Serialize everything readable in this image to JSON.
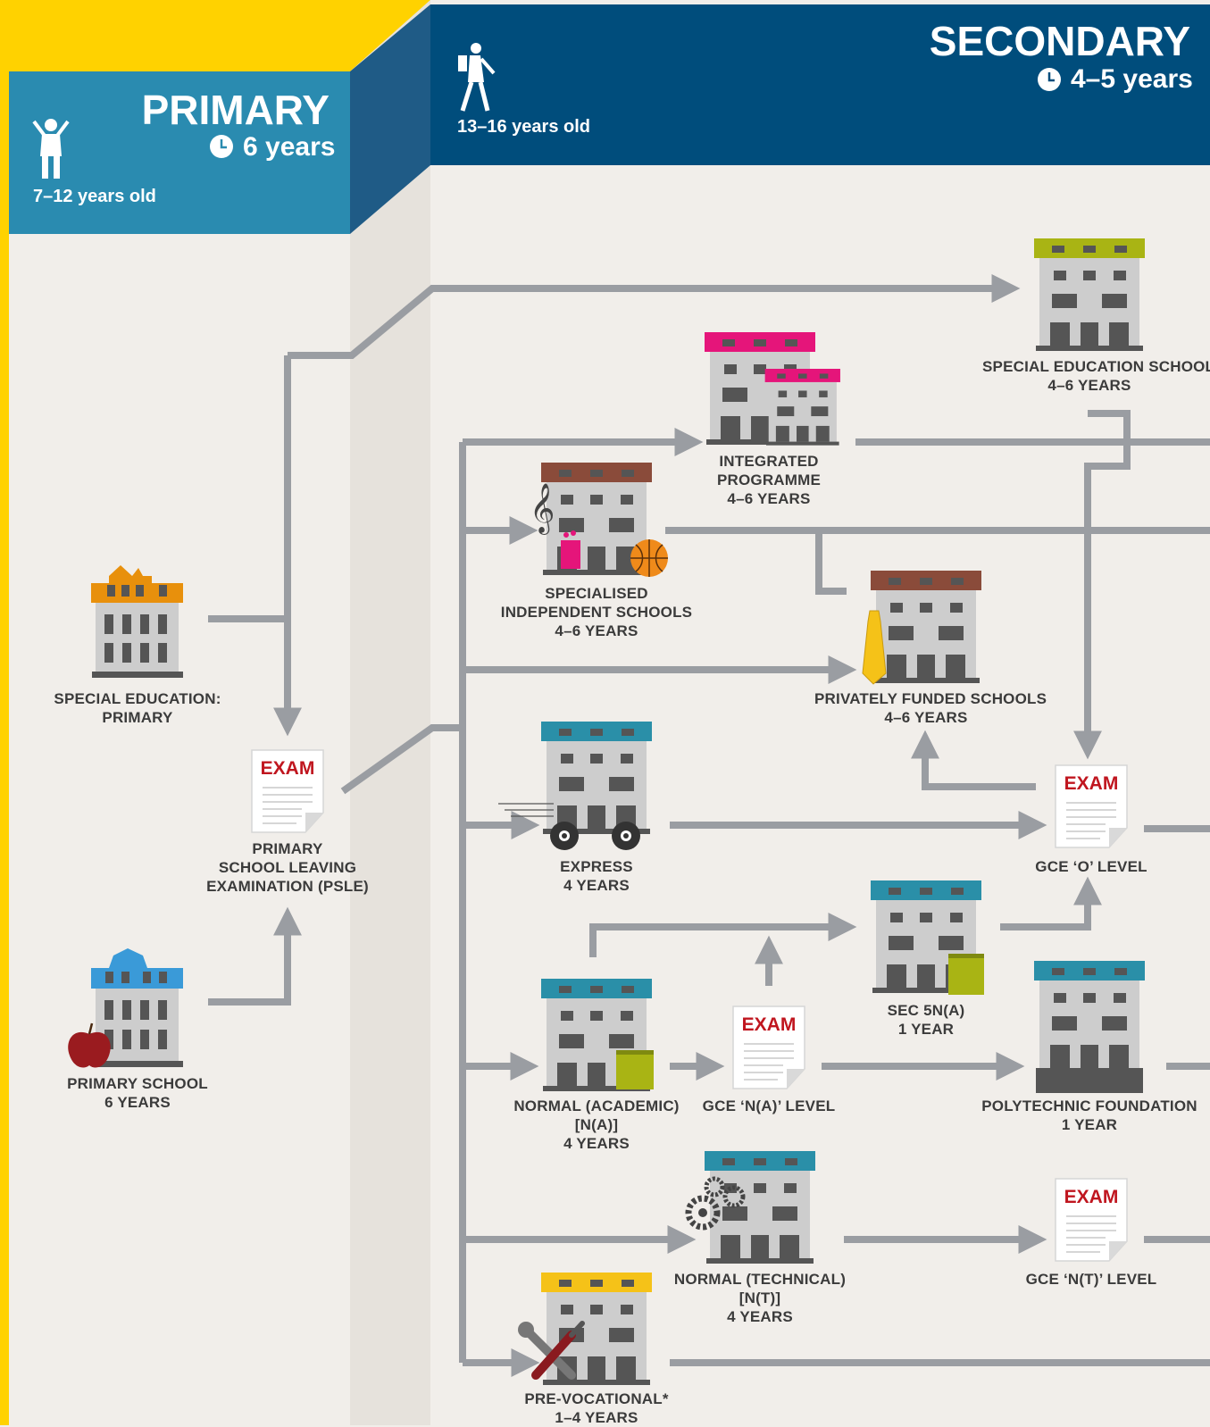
{
  "colors": {
    "yellow_edge": "#ffd200",
    "primary_header": "#2a8bb0",
    "secondary_header": "#004d7c",
    "fold": "#1f5b86",
    "arrow": "#9a9da2",
    "exam_red": "#c0161f",
    "background": "#f1eeea"
  },
  "primary": {
    "title": "PRIMARY",
    "duration": "6 years",
    "age": "7–12 years old",
    "icon": "child-icon"
  },
  "secondary": {
    "title": "SECONDARY",
    "duration": "4–5 years",
    "age": "13–16 years old",
    "icon": "student-icon"
  },
  "exam_label": "EXAM",
  "schools": {
    "sped_primary": [
      "SPECIAL EDUCATION:",
      "PRIMARY"
    ],
    "primary_school": [
      "PRIMARY SCHOOL",
      "6 YEARS"
    ],
    "psle": [
      "PRIMARY",
      "SCHOOL LEAVING",
      "EXAMINATION (PSLE)"
    ],
    "sped_schools": [
      "SPECIAL EDUCATION SCHOOLS",
      "4–6 YEARS"
    ],
    "integrated": [
      "INTEGRATED",
      "PROGRAMME",
      "4–6 YEARS"
    ],
    "specialised": [
      "SPECIALISED",
      "INDEPENDENT SCHOOLS",
      "4–6 YEARS"
    ],
    "private": [
      "PRIVATELY FUNDED SCHOOLS",
      "4–6 YEARS"
    ],
    "express": [
      "EXPRESS",
      "4 YEARS"
    ],
    "gce_o": [
      "GCE ‘O’ LEVEL"
    ],
    "sec5na": [
      "SEC 5N(A)",
      "1 YEAR"
    ],
    "normal_academic": [
      "NORMAL (ACADEMIC)",
      "[N(A)]",
      "4 YEARS"
    ],
    "gce_na": [
      "GCE ‘N(A)’ LEVEL"
    ],
    "poly_foundation": [
      "POLYTECHNIC FOUNDATION",
      "1 YEAR"
    ],
    "normal_technical": [
      "NORMAL (TECHNICAL)",
      "[N(T)]",
      "4 YEARS"
    ],
    "gce_nt": [
      "GCE ‘N(T)’ LEVEL"
    ],
    "pre_vocational": [
      "PRE-VOCATIONAL*",
      "1–4 YEARS"
    ]
  },
  "icons": [
    "child-icon",
    "student-icon",
    "clock-icon",
    "building-icon",
    "exam-document-icon",
    "treble-clef-icon",
    "basketball-icon",
    "flask-icon",
    "necktie-icon",
    "wheels-icon",
    "book-icon",
    "apple-icon",
    "gears-icon",
    "tools-icon"
  ]
}
